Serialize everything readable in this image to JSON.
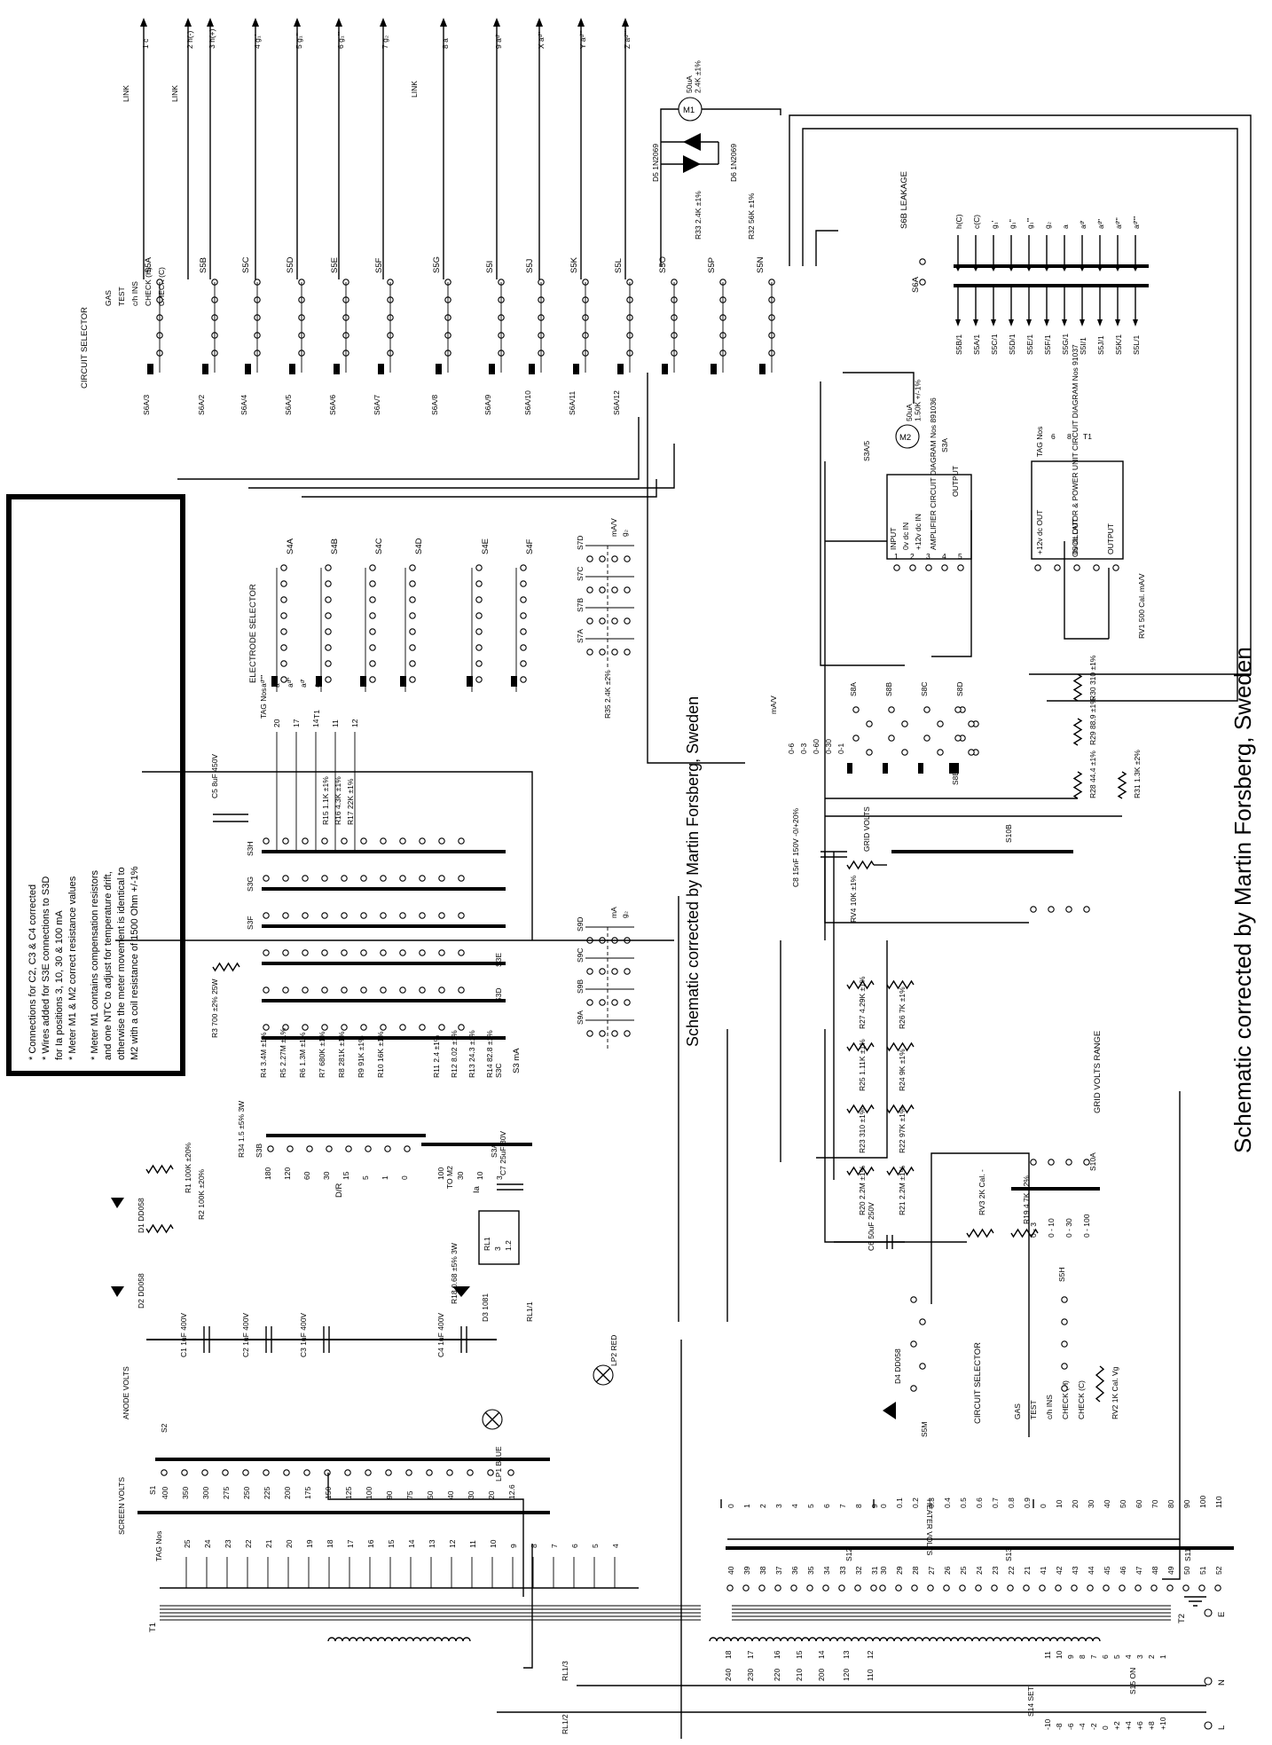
{
  "credit": {
    "main": "Schematic corrected by Martin Forsberg, Sweden",
    "center": "Schematic corrected by Martin Forsberg, Sweden"
  },
  "notes": [
    "* Connections for C2, C3 & C4 corrected",
    "* Wires added for S3E connections to S3D",
    "  for Ia positions 3, 10, 30 & 100 mA",
    "* Meter M1 & M2 correct resistance values",
    "* Meter M1 contains compensation resistors",
    "  and one NTC to adjust for temperature drift,",
    "  otherwise the meter movement is identical to",
    "  M2 with a coil resistance of 1500 Ohm +/-1%"
  ],
  "terminals": [
    "1 c",
    "2 h(-)",
    "3 h(+)",
    "4 g₁'",
    "5 g₁''",
    "6 g₁'''",
    "7 g₂",
    "8 a",
    "9 aᵈ'",
    "X aᵈ''",
    "Y aᵈ'''",
    "Z aᵈ''''"
  ],
  "links": [
    {
      "label": "LINK",
      "plus": "+",
      "minus": "-"
    },
    {
      "label": "LINK"
    },
    {
      "label": "LINK",
      "plus": "+",
      "minus": "-"
    }
  ],
  "circuit_selector": {
    "title": "CIRCUIT SELECTOR",
    "positions": [
      "GAS",
      "TEST",
      "c/h INS",
      "CHECK (H)",
      "CHECK (C)"
    ],
    "wafers": [
      "S5A",
      "S5B",
      "S5C",
      "S5D",
      "S5E",
      "S5F",
      "S5G",
      "S5I",
      "S5J",
      "S5K",
      "S5L",
      "S5O",
      "S5P",
      "S5N"
    ],
    "s6a": [
      "S6A/3",
      "S6A/2",
      "S6A/4",
      "S6A/5",
      "S6A/6",
      "S6A/7",
      "S6A/8",
      "S6A/9",
      "S6A/10",
      "S6A/11",
      "S6A/12"
    ]
  },
  "leakage": {
    "title": "S6B LEAKAGE",
    "top": [
      "h(C)",
      "c(C)",
      "g₁'",
      "g₁''",
      "g₁'''",
      "g₂",
      "a",
      "aᵈ'",
      "aᵈ''",
      "aᵈ'''",
      "aᵈ''''"
    ],
    "bottom": [
      "S5B/1",
      "S5A/1",
      "S5C/1",
      "S5D/1",
      "S5E/1",
      "S5F/1",
      "S5G/1",
      "S5I/1",
      "S5J/1",
      "S5K/1",
      "S5L/1"
    ],
    "s6a": "S6A"
  },
  "meter_m1": {
    "label": "M1",
    "spec": "50uA\n2.4K ±1%"
  },
  "meter_m2": {
    "label": "M2",
    "spec": "50uA\n1.50K +/-1%",
    "left": "S3A/5",
    "right": "S3A"
  },
  "diodes_top": [
    {
      "label": "D5 1N2069"
    },
    {
      "label": "D6 1N2069"
    }
  ],
  "r_top": [
    {
      "label": "R33 2.4K ±1%"
    },
    {
      "label": "R32 56K ±1%"
    }
  ],
  "amplifier": {
    "title": "AMPLIFIER\nCIRCUIT DIAGRAM\nNos 891036",
    "pins_left": [
      "INPUT",
      "0v dc IN",
      "+12v dc IN"
    ],
    "pins_right": [
      "OUTPUT",
      "OUTPUT"
    ],
    "pin_numbers": [
      "1",
      "2",
      "3",
      "4",
      "5"
    ]
  },
  "oscillator": {
    "title": "OSCILLATOR\n& POWER UNIT\nCIRCUIT DIAGRAM\nNos 91037",
    "pins": [
      "+12v dc OUT",
      "0v dc OUT",
      "OUTPUT"
    ],
    "tag": "TAG Nos",
    "tag_numbers": [
      "6",
      "8",
      "T1"
    ]
  },
  "electrode_selector": {
    "title": "ELECTRODE SELECTOR",
    "wafers": [
      "S4A",
      "S4B",
      "S4C",
      "S4D",
      "S4E",
      "S4F"
    ],
    "positions": [
      "aᵈ''''",
      "aᵈ'''",
      "aᵈ''",
      "aᵈ'",
      "a"
    ]
  },
  "s7": {
    "title": "mA/V",
    "g2": "g₂",
    "wafers": [
      "S7D",
      "S7C",
      "S7B",
      "S7A"
    ]
  },
  "s9": {
    "title": "mA",
    "g2": "g₂",
    "wafers": [
      "S9D",
      "S9C",
      "S9B",
      "S9A"
    ]
  },
  "r35": "R35 2.4K ±2%",
  "s8": {
    "title": "mA/V",
    "ranges": [
      "0-6",
      "0-3",
      "0-60",
      "0-30",
      "0-1"
    ],
    "wafers": [
      "S8A",
      "S8B",
      "S8C",
      "S8D",
      "S8E"
    ],
    "resistors": [
      "R30 310 ±1%",
      "R29 88.9 ±1%",
      "R28 44.4 ±1%",
      "R31 1.3K ±2%"
    ]
  },
  "rv1": "RV1 500 Cal. mA/V",
  "c8": "C8 15nF 150V -0/+20%",
  "rv4": "RV4 10K ±1%",
  "grid_volts": "GRID VOLTS",
  "grid_resistors": [
    "R27 4.29K ±1%",
    "R26 7K ±1%",
    "R25 1.11K ±1%",
    "R24 9K ±1%",
    "R23 310 ±1%",
    "R22 97K ±1%",
    "R20 2.2M ±1%",
    "R21 2.2M ±1%"
  ],
  "grid_range": {
    "title": "GRID VOLTS RANGE",
    "ranges": [
      "0 - 3",
      "0 - 10",
      "0 - 30",
      "0 - 100"
    ],
    "s10a": "S10A",
    "s10b": "S10B"
  },
  "c6": "C6 50uF 250V",
  "rv3": "RV3 2K Cal. -",
  "r19": "R19 4.7K ±2%",
  "circuit_selector2": {
    "title": "CIRCUIT SELECTOR",
    "positions": [
      "GAS",
      "TEST",
      "c/h INS",
      "CHECK (H)",
      "CHECK (C)"
    ],
    "wafer": "S5H",
    "s5m": "S5M"
  },
  "rv2": "RV2 1K Cal. Vg",
  "d4": "D4 DD058",
  "lp2": "LP2 RED",
  "lp1": "LP1 BLUE",
  "rl1": [
    "RL1/1",
    "RL1/2",
    "RL1/3"
  ],
  "rl1_box": [
    "RL1",
    "3",
    "1.2"
  ],
  "r18": "R18 0.68 ±5% 3W",
  "d3": "D3 1081",
  "c7": "C7 25uF 30V",
  "to_m2": "TO M2",
  "s3": {
    "title": "S3 mA",
    "wafers": [
      "S3H",
      "S3G",
      "S3F",
      "S3E",
      "S3D",
      "S3C",
      "S3B",
      "S3A"
    ],
    "tag_nos": "TAG Nos",
    "tags": [
      "20",
      "17",
      "14",
      "11",
      "12"
    ],
    "t1": "T1",
    "resistors": [
      "R15 1.1K ±1%",
      "R16 4.3K ±1%",
      "R17 22K ±1%",
      "R4 3.4M ±1%",
      "R5 2.27M ±1%",
      "R6 1.3M ±1%",
      "R7 680K ±1%",
      "R8 281K ±1%",
      "R9 91K ±1%",
      "R10 16K ±1%",
      "R11 2.4 ±1%",
      "R12 8.02 ±1%",
      "R13 24.3 ±1%",
      "R14 82.8 ±1%"
    ],
    "dr_title": "D/R",
    "dr_values": [
      "180",
      "120",
      "60",
      "30",
      "15",
      "5",
      "1",
      "0"
    ],
    "ia_title": "Ia",
    "ia_values": [
      "100",
      "30",
      "10",
      "3"
    ]
  },
  "c5": "C5 8uF 450V",
  "r3": "R3 700 ±2% 25W",
  "r34": "R34 1.5 ±5% 3W",
  "r1": "R1 100K ±20%",
  "r2": "R2 100K ±20%",
  "d1": "D1 DD058",
  "d2": "D2 DD058",
  "anode_caps": [
    "C1 1uF 400V",
    "C2 1uF 400V",
    "C3 1uF 400V",
    "C4 1uF 400V"
  ],
  "anode_volts": {
    "title": "ANODE VOLTS",
    "screen": "SCREEN VOLTS",
    "s1": "S1",
    "s2": "S2",
    "values": [
      "400",
      "350",
      "300",
      "275",
      "250",
      "225",
      "200",
      "175",
      "150",
      "125",
      "100",
      "90",
      "75",
      "50",
      "40",
      "30",
      "20",
      "12.6"
    ],
    "tag_nos": "TAG Nos",
    "tags": [
      "25",
      "24",
      "23",
      "22",
      "21",
      "20",
      "19",
      "18",
      "17",
      "16",
      "15",
      "14",
      "13",
      "12",
      "11",
      "10",
      "9",
      "8",
      "7",
      "6",
      "5",
      "4"
    ]
  },
  "heater_volts": {
    "title": "HEATER VOLTS",
    "s12": [
      "0",
      "1",
      "2",
      "3",
      "4",
      "5",
      "6",
      "7",
      "8",
      "9"
    ],
    "s12_tags": [
      "40",
      "39",
      "38",
      "37",
      "36",
      "35",
      "34",
      "33",
      "32",
      "31"
    ],
    "s13": [
      "0",
      "0.1",
      "0.2",
      "0.3",
      "0.4",
      "0.5",
      "0.6",
      "0.7",
      "0.8",
      "0.9"
    ],
    "s13_tags": [
      "30",
      "29",
      "28",
      "27",
      "26",
      "25",
      "24",
      "23",
      "22",
      "21"
    ],
    "s11": [
      "0",
      "10",
      "20",
      "30",
      "40",
      "50",
      "60",
      "70",
      "80",
      "90",
      "100",
      "110"
    ],
    "s11_tags": [
      "41",
      "42",
      "43",
      "44",
      "45",
      "46",
      "47",
      "48",
      "49",
      "50",
      "51",
      "52"
    ],
    "wafers": [
      "S12",
      "S13",
      "S11"
    ]
  },
  "transformers": {
    "t1": "T1",
    "t2": "T2"
  },
  "mains": {
    "taps": [
      "240",
      "230",
      "220",
      "210",
      "200",
      "120",
      "110"
    ],
    "tap_tags": [
      "18",
      "17",
      "16",
      "15",
      "14",
      "13",
      "12"
    ],
    "set": [
      "-10",
      "-8",
      "-6",
      "-4",
      "-2",
      "0",
      "+2",
      "+4",
      "+6",
      "+8",
      "+10"
    ],
    "set_tags": [
      "11",
      "10",
      "9",
      "8",
      "7",
      "6",
      "5",
      "4",
      "3",
      "2",
      "1"
    ],
    "s14": "S14 SET",
    "s15": "S15 ON",
    "lines": [
      "E",
      "N",
      "L"
    ]
  }
}
